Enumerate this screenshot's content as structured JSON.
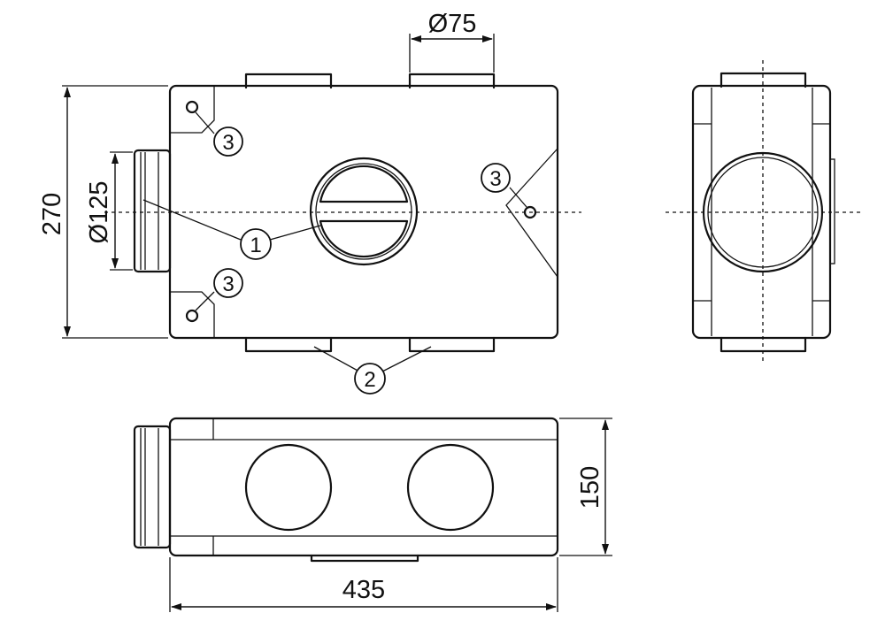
{
  "dimensions": {
    "d75": "Ø75",
    "d125": "Ø125",
    "height": "270",
    "depth": "150",
    "width": "435"
  },
  "callouts": {
    "c1": "1",
    "c2": "2",
    "c3": "3"
  }
}
